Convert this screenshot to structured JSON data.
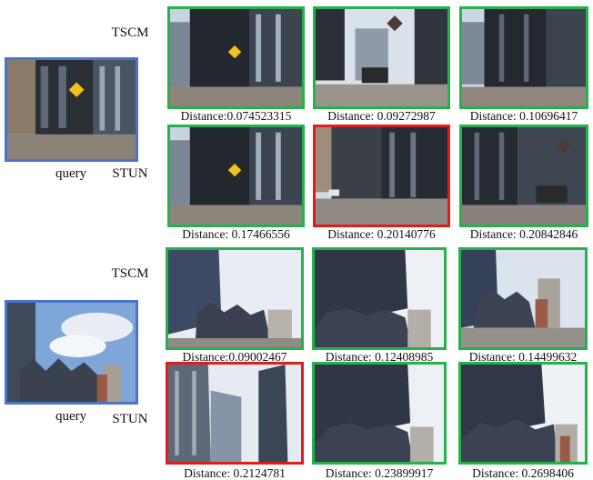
{
  "colors": {
    "correct_border": "#25b14c",
    "wrong_border": "#e01d1d",
    "query_border": "#4a74c9"
  },
  "sections": [
    {
      "query_label": "query",
      "methods": [
        {
          "name": "TSCM",
          "results": [
            {
              "distance": "Distance:0.074523315",
              "match": "correct"
            },
            {
              "distance": "Distance: 0.09272987",
              "match": "correct"
            },
            {
              "distance": "Distance: 0.10696417",
              "match": "correct"
            }
          ]
        },
        {
          "name": "STUN",
          "results": [
            {
              "distance": "Distance: 0.17466556",
              "match": "correct"
            },
            {
              "distance": "Distance: 0.20140776",
              "match": "wrong"
            },
            {
              "distance": "Distance: 0.20842846",
              "match": "correct"
            }
          ]
        }
      ]
    },
    {
      "query_label": "query",
      "methods": [
        {
          "name": "TSCM",
          "results": [
            {
              "distance": "Distance:0.09002467",
              "match": "correct"
            },
            {
              "distance": "Distance: 0.12408985",
              "match": "correct"
            },
            {
              "distance": "Distance: 0.14499632",
              "match": "correct"
            }
          ]
        },
        {
          "name": "STUN",
          "results": [
            {
              "distance": "Distance: 0.2124781",
              "match": "wrong"
            },
            {
              "distance": "Distance: 0.23899917",
              "match": "correct"
            },
            {
              "distance": "Distance: 0.2698406",
              "match": "correct"
            }
          ]
        }
      ]
    }
  ]
}
